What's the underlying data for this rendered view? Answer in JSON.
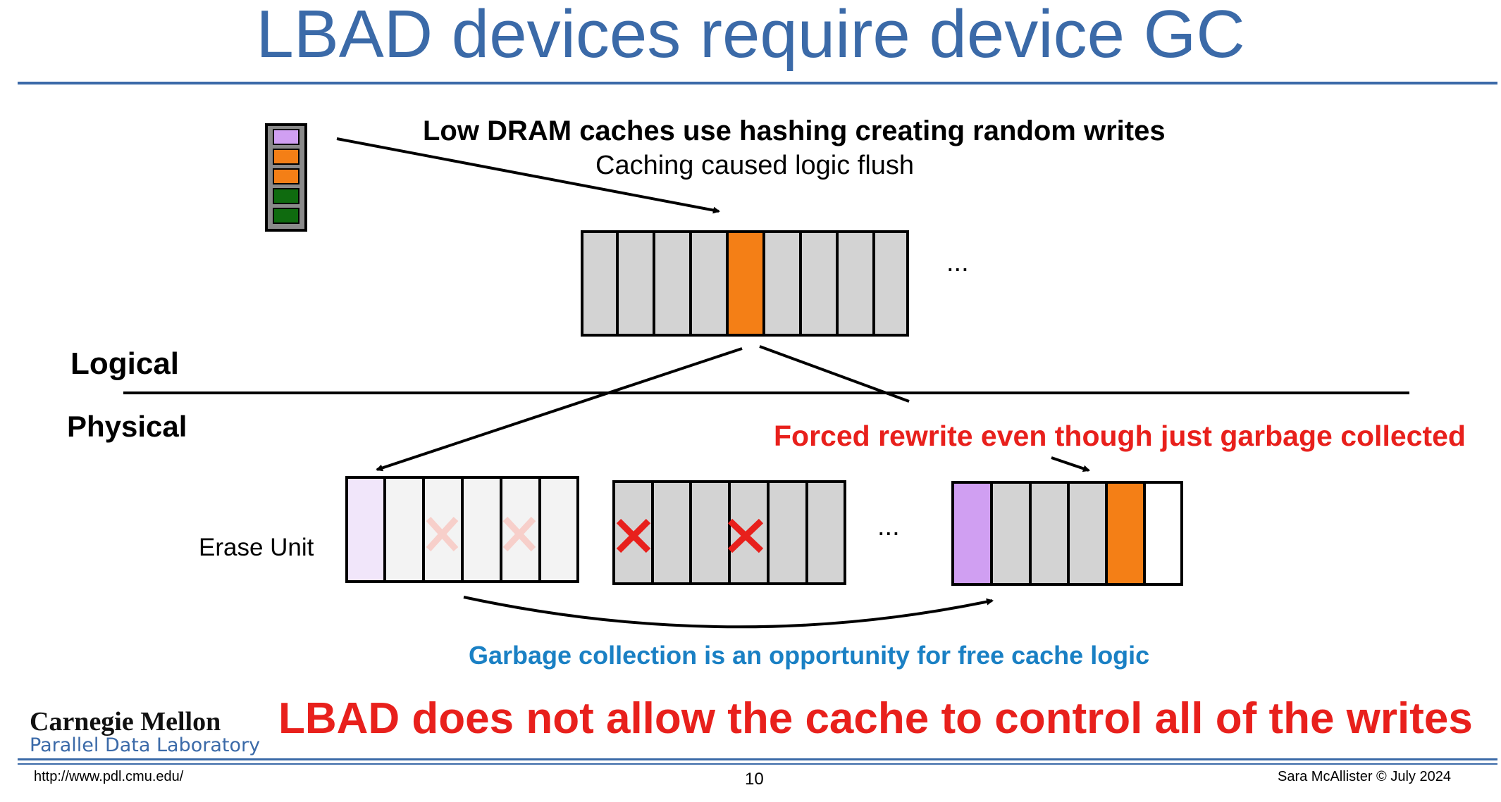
{
  "slide": {
    "title": "LBAD devices require device GC",
    "heading": "Low DRAM caches use hashing creating random writes",
    "subheading": "Caching caused logic flush",
    "label_logical": "Logical",
    "label_physical": "Physical",
    "label_erase_unit": "Erase Unit",
    "ellipsis": "...",
    "forced_rewrite": "Forced rewrite even though just garbage collected",
    "gc_opportunity": "Garbage collection is an opportunity for free cache logic",
    "bottom_claim": "LBAD does not allow the cache to control all of the writes"
  },
  "branding": {
    "logo": "Carnegie Mellon",
    "lab": "Parallel Data Laboratory"
  },
  "footer": {
    "url": "http://www.pdl.cmu.edu/",
    "page": "10",
    "author": "Sara McAllister © July 2024"
  },
  "colors": {
    "title_blue": "#3b6aa8",
    "emphasis_red": "#e8201c",
    "gc_blue": "#1a80c4",
    "cell_gray": "#d3d3d3",
    "cell_light": "#f3f3f3",
    "cell_orange": "#f47f16",
    "cell_purple": "#d09ff2",
    "cell_purple_faint": "#f1e6fa",
    "cell_green": "#0f6b0f",
    "x_faint": "#f7cfca"
  }
}
